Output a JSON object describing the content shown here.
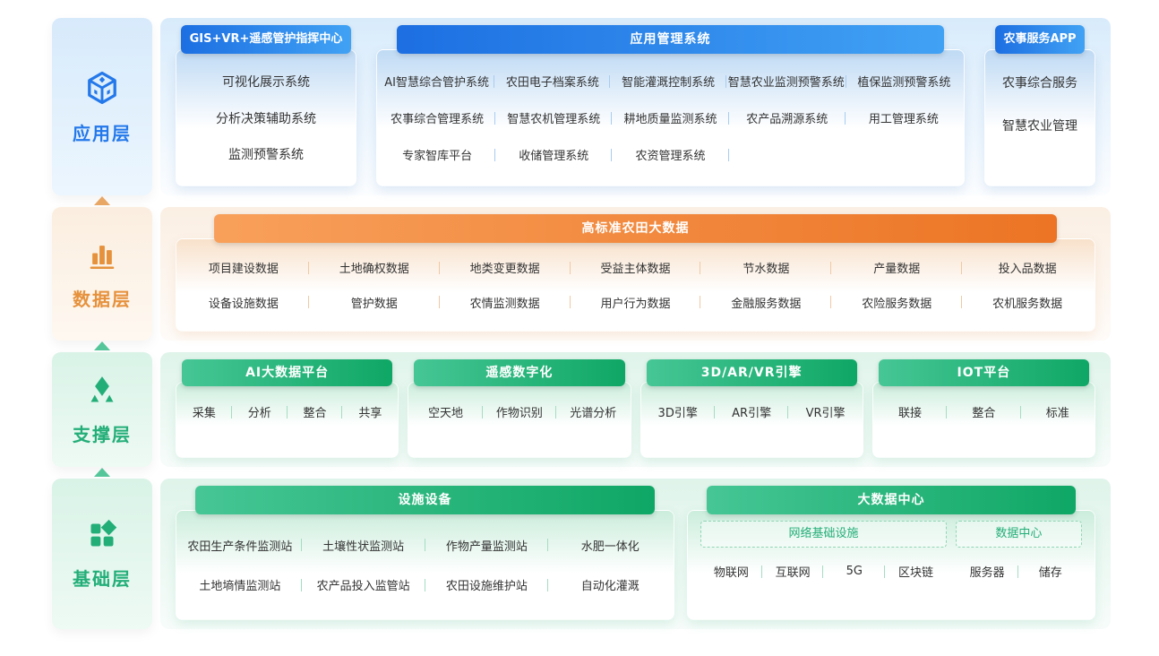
{
  "layers": {
    "application": {
      "label": "应用层",
      "icon": "cube-icon",
      "panels": {
        "command_center": {
          "title": "GIS+VR+遥感管护指挥中心",
          "items": [
            "可视化展示系统",
            "分析决策辅助系统",
            "监测预警系统"
          ]
        },
        "app_management": {
          "title": "应用管理系统",
          "row1": [
            "AI智慧综合管护系统",
            "农田电子档案系统",
            "智能灌溉控制系统",
            "智慧农业监测预警系统",
            "植保监测预警系统"
          ],
          "row2": [
            "农事综合管理系统",
            "智慧农机管理系统",
            "耕地质量监测系统",
            "农产品溯源系统",
            "用工管理系统"
          ],
          "row3": [
            "专家智库平台",
            "收储管理系统",
            "农资管理系统"
          ]
        },
        "farm_app": {
          "title": "农事服务APP",
          "items": [
            "农事综合服务",
            "智慧农业管理"
          ]
        }
      }
    },
    "data": {
      "label": "数据层",
      "icon": "bar-chart-icon",
      "panel": {
        "title": "高标准农田大数据",
        "row1": [
          "项目建设数据",
          "土地确权数据",
          "地类变更数据",
          "受益主体数据",
          "节水数据",
          "产量数据",
          "投入品数据"
        ],
        "row2": [
          "设备设施数据",
          "管护数据",
          "农情监测数据",
          "用户行为数据",
          "金融服务数据",
          "农险服务数据",
          "农机服务数据"
        ]
      }
    },
    "support": {
      "label": "支撑层",
      "icon": "diamond-triangles-icon",
      "panels": [
        {
          "title": "AI大数据平台",
          "items": [
            "采集",
            "分析",
            "整合",
            "共享"
          ]
        },
        {
          "title": "遥感数字化",
          "items": [
            "空天地",
            "作物识别",
            "光谱分析"
          ]
        },
        {
          "title": "3D/AR/VR引擎",
          "items": [
            "3D引擎",
            "AR引擎",
            "VR引擎"
          ]
        },
        {
          "title": "IOT平台",
          "items": [
            "联接",
            "整合",
            "标准"
          ]
        }
      ]
    },
    "base": {
      "label": "基础层",
      "icon": "squares-diamond-icon",
      "facilities": {
        "title": "设施设备",
        "row1": [
          "农田生产条件监测站",
          "土壤性状监测站",
          "作物产量监测站",
          "水肥一体化"
        ],
        "row2": [
          "土地墒情监测站",
          "农产品投入监管站",
          "农田设施维护站",
          "自动化灌溉"
        ]
      },
      "datacenter": {
        "title": "大数据中心",
        "groups": [
          {
            "title": "网络基础设施",
            "items": [
              "物联网",
              "互联网",
              "5G",
              "区块链"
            ]
          },
          {
            "title": "数据中心",
            "items": [
              "服务器",
              "储存"
            ]
          }
        ]
      }
    }
  },
  "colors": {
    "blue_accent": "#2478EA",
    "blue_tab_a": "#1D6FE2",
    "blue_tab_b": "#41A2F4",
    "blue_panel_a": "#D8EBFB",
    "blue_panel_b": "#FBFDFF",
    "blue_card": "#BFDAF4",
    "blue_side_a": "#D7EAFB",
    "blue_side_b": "#ECF6FE",
    "blue_div": "#A8CCF0",
    "orange_accent": "#E6913C",
    "orange_tab_a": "#F8A05B",
    "orange_tab_b": "#EC7424",
    "orange_panel_a": "#FBEFE3",
    "orange_panel_b": "#FEFBF8",
    "orange_card": "#F8E1CB",
    "orange_side_a": "#FBEEE0",
    "orange_side_b": "#FEF8F1",
    "orange_div": "#F0C9A4",
    "orange_arrow": "#E8A765",
    "green_accent": "#23AE78",
    "green_tab_a": "#46C695",
    "green_tab_b": "#0FA765",
    "green_panel_a": "#DFF4EA",
    "green_panel_b": "#F7FCFA",
    "green_card": "#CBEDDC",
    "green_side_a": "#D9F3E7",
    "green_side_b": "#EEFAF4",
    "green_div": "#A5DCC3",
    "green_arrow": "#55C69A",
    "green_dash_border": "#90D6B5",
    "text": "#333333"
  }
}
